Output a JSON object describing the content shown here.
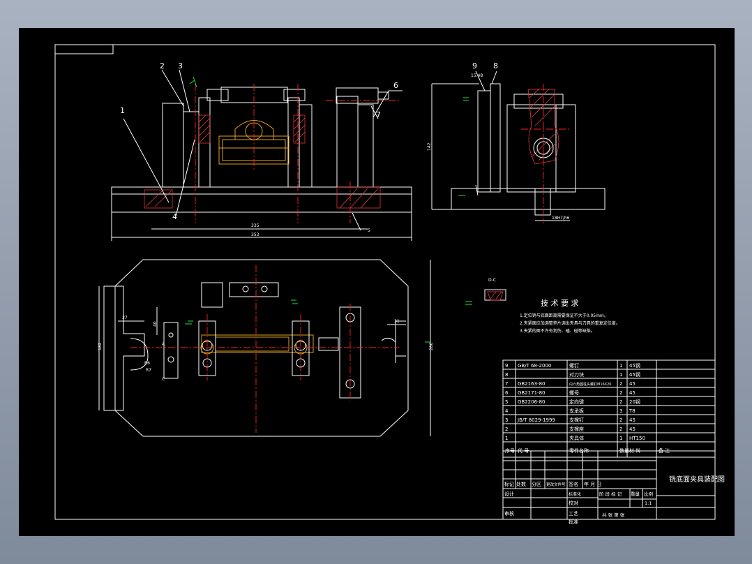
{
  "drawing": {
    "balloons_front": [
      "1",
      "2",
      "3",
      "4",
      "5",
      "6",
      "7"
    ],
    "balloons_side": [
      "9",
      "8"
    ],
    "dimensions": {
      "front_inner_width": "335",
      "front_outer_width": "353",
      "side_height": "142",
      "side_base_fit": "18H7/h6",
      "side_small": "15.48",
      "plan_left_width": "37",
      "plan_left_height": "40",
      "plan_height": "182",
      "plan_right": "280",
      "plan_right_width": "31",
      "plan_radius_1": "R6",
      "plan_radius_2": "R7"
    },
    "section_label": "D-C",
    "plan_markers": [
      "A",
      "C"
    ],
    "colors": {
      "background": "#000000",
      "outline": "#ffffff",
      "centerline": "#ff2020",
      "part": "#e0a020",
      "dimension_mark": "#20e040"
    }
  },
  "technical_requirements": {
    "title": "技 术 要 求",
    "items": [
      "1.定位销与底面距离需要保证不大于0.05mm。",
      "2.夹紧面应加调整垫片调出夹具与刀具的重复定位度。",
      "3.夹紧的面不许有划伤、磕、碰等缺陷。"
    ]
  },
  "bom": {
    "rows": [
      {
        "no": "9",
        "code": "GB/T 68-2000",
        "name": "螺钉",
        "qty": "1",
        "material": "45钢",
        "note": ""
      },
      {
        "no": "8",
        "code": "",
        "name": "对刀块",
        "qty": "1",
        "material": "45钢",
        "note": ""
      },
      {
        "no": "7",
        "code": "GB2163-80",
        "name": "内六角圆柱头螺钉M16X20",
        "qty": "2",
        "material": "45",
        "note": ""
      },
      {
        "no": "6",
        "code": "GB2171-80",
        "name": "螺母",
        "qty": "2",
        "material": "45",
        "note": ""
      },
      {
        "no": "5",
        "code": "GB2206-80",
        "name": "定向键",
        "qty": "2",
        "material": "20钢",
        "note": ""
      },
      {
        "no": "4",
        "code": "",
        "name": "支承板",
        "qty": "3",
        "material": "T8",
        "note": ""
      },
      {
        "no": "3",
        "code": "JB/T 8029-1999",
        "name": "支撑钉",
        "qty": "2",
        "material": "45",
        "note": ""
      },
      {
        "no": "2",
        "code": "",
        "name": "支撑座",
        "qty": "2",
        "material": "45",
        "note": ""
      },
      {
        "no": "1",
        "code": "",
        "name": "夹具体",
        "qty": "1",
        "material": "HT150",
        "note": ""
      }
    ],
    "header": {
      "no": "序号",
      "code": "代 号",
      "name": "零件名称",
      "qty": "数量",
      "material": "材 料",
      "note": "备 注"
    }
  },
  "title_block": {
    "drawing_title": "铣底面夹具装配图",
    "labels": {
      "mark": "标记",
      "count": "处数",
      "zone": "分区",
      "change_doc": "更改文件号",
      "sign": "签名",
      "date": "年 月 日",
      "design": "设计",
      "standard": "标准化",
      "review": "审核",
      "craft": "工艺",
      "proofread": "校对",
      "approve": "批准",
      "stage_mark": "阶 段 标 记",
      "weight": "重量",
      "scale": "比例",
      "sheets": "共 张 第 张"
    },
    "scale_value": "1:1"
  }
}
